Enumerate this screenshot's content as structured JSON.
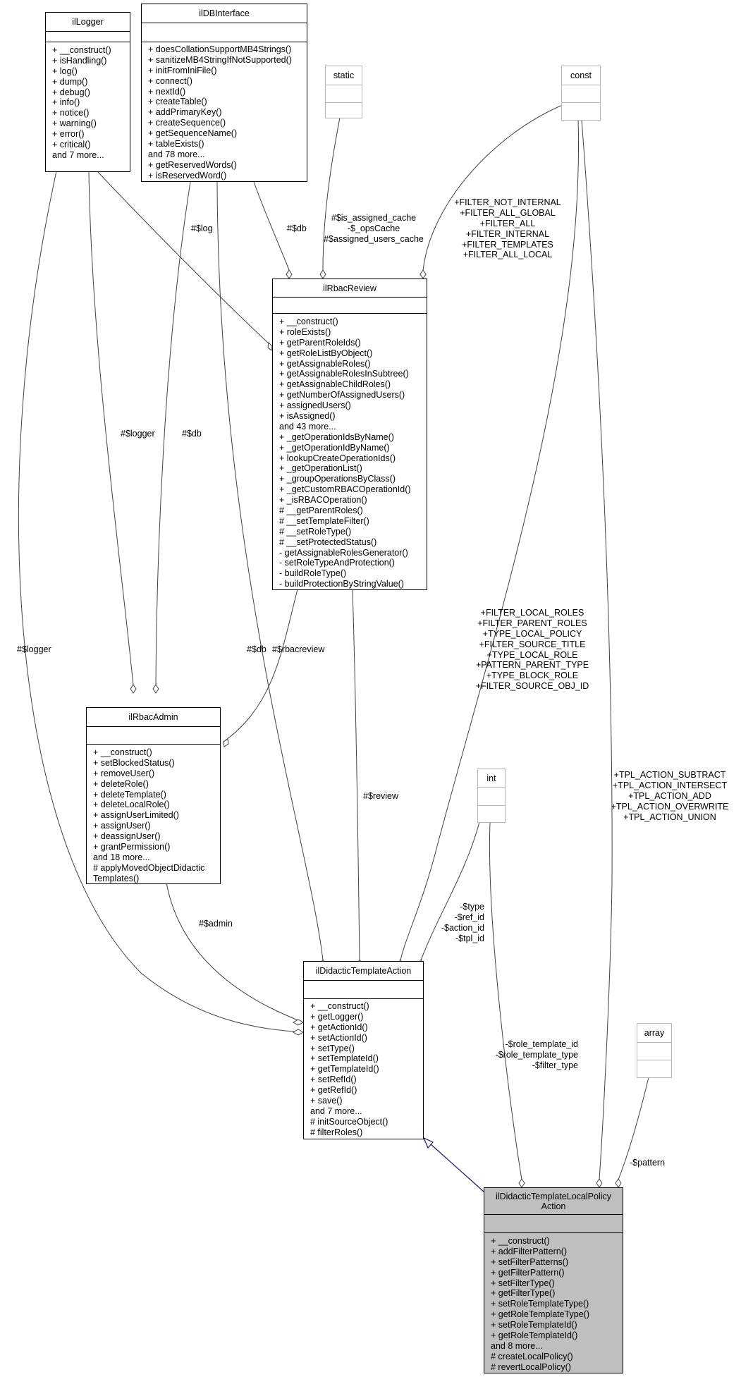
{
  "colors": {
    "border": "#000000",
    "ghost_border": "#b5b5b5",
    "focus_fill": "#bfbfbf",
    "inheritance_edge": "#191970",
    "edge": "#404040"
  },
  "classes": {
    "ilLogger": {
      "title": "ilLogger",
      "ops": [
        "+ __construct()",
        "+ isHandling()",
        "+ log()",
        "+ dump()",
        "+ debug()",
        "+ info()",
        "+ notice()",
        "+ warning()",
        "+ error()",
        "+ critical()",
        "and 7 more..."
      ]
    },
    "ilDBInterface": {
      "title": "ilDBInterface",
      "ops": [
        "+ doesCollationSupportMB4Strings()",
        "+ sanitizeMB4StringIfNotSupported()",
        "+ initFromIniFile()",
        "+ connect()",
        "+ nextId()",
        "+ createTable()",
        "+ addPrimaryKey()",
        "+ createSequence()",
        "+ getSequenceName()",
        "+ tableExists()",
        "and 78 more...",
        "+ getReservedWords()",
        "+ isReservedWord()"
      ]
    },
    "static": {
      "title": "static"
    },
    "const": {
      "title": "const"
    },
    "ilRbacReview": {
      "title": "ilRbacReview",
      "ops": [
        "+ __construct()",
        "+ roleExists()",
        "+ getParentRoleIds()",
        "+ getRoleListByObject()",
        "+ getAssignableRoles()",
        "+ getAssignableRolesInSubtree()",
        "+ getAssignableChildRoles()",
        "+ getNumberOfAssignedUsers()",
        "+ assignedUsers()",
        "+ isAssigned()",
        "and 43 more...",
        "+ _getOperationIdsByName()",
        "+ _getOperationIdByName()",
        "+ lookupCreateOperationIds()",
        "+ _getOperationList()",
        "+ _groupOperationsByClass()",
        "+ _getCustomRBACOperationId()",
        "+ _isRBACOperation()",
        "# __getParentRoles()",
        "# __setTemplateFilter()",
        "# __setRoleType()",
        "# __setProtectedStatus()",
        "- getAssignableRolesGenerator()",
        "- setRoleTypeAndProtection()",
        "- buildRoleType()",
        "- buildProtectionByStringValue()"
      ]
    },
    "ilRbacAdmin": {
      "title": "ilRbacAdmin",
      "ops": [
        "+ __construct()",
        "+ setBlockedStatus()",
        "+ removeUser()",
        "+ deleteRole()",
        "+ deleteTemplate()",
        "+ deleteLocalRole()",
        "+ assignUserLimited()",
        "+ assignUser()",
        "+ deassignUser()",
        "+ grantPermission()",
        "and 18 more...",
        "# applyMovedObjectDidactic",
        "Templates()"
      ]
    },
    "int": {
      "title": "int"
    },
    "array": {
      "title": "array"
    },
    "ilDidacticTemplateAction": {
      "title": "ilDidacticTemplateAction",
      "ops": [
        "+ __construct()",
        "+ getLogger()",
        "+ getActionId()",
        "+ setActionId()",
        "+ setType()",
        "+ setTemplateId()",
        "+ getTemplateId()",
        "+ setRefId()",
        "+ getRefId()",
        "+ save()",
        "and 7 more...",
        "# initSourceObject()",
        "# filterRoles()"
      ]
    },
    "ilDidacticTemplateLocalPolicyAction": {
      "title_line1": "ilDidacticTemplateLocalPolicy",
      "title_line2": "Action",
      "ops": [
        "+ __construct()",
        "+ addFilterPattern()",
        "+ setFilterPatterns()",
        "+ getFilterPattern()",
        "+ setFilterType()",
        "+ getFilterType()",
        "+ setRoleTemplateType()",
        "+ getRoleTemplateType()",
        "+ setRoleTemplateId()",
        "+ getRoleTemplateId()",
        "and 8 more...",
        "# createLocalPolicy()",
        "# revertLocalPolicy()"
      ]
    }
  },
  "edge_labels": {
    "static_review": [
      "#$is_assigned_cache",
      "-$_opsCache",
      "#$assigned_users_cache"
    ],
    "const_review": [
      "+FILTER_NOT_INTERNAL",
      "+FILTER_ALL_GLOBAL",
      "+FILTER_ALL",
      "+FILTER_INTERNAL",
      "+FILTER_TEMPLATES",
      "+FILTER_ALL_LOCAL"
    ],
    "db_review": [
      "#$db"
    ],
    "log_review": [
      "#$log"
    ],
    "logger_admin": [
      "#$logger"
    ],
    "db_admin": [
      "#$db"
    ],
    "logger_action": [
      "#$logger"
    ],
    "db_action": [
      "#$db"
    ],
    "rbacreview_admin": [
      "#$rbacreview"
    ],
    "const_action": [
      "+FILTER_LOCAL_ROLES",
      "+FILTER_PARENT_ROLES",
      "+TYPE_LOCAL_POLICY",
      "+FILTER_SOURCE_TITLE",
      "+TYPE_LOCAL_ROLE",
      "+PATTERN_PARENT_TYPE",
      "+TYPE_BLOCK_ROLE",
      "+FILTER_SOURCE_OBJ_ID"
    ],
    "review_action": [
      "#$review"
    ],
    "const_local": [
      "+TPL_ACTION_SUBTRACT",
      "+TPL_ACTION_INTERSECT",
      "+TPL_ACTION_ADD",
      "+TPL_ACTION_OVERWRITE",
      "+TPL_ACTION_UNION"
    ],
    "int_action": [
      "-$type",
      "-$ref_id",
      "-$action_id",
      "-$tpl_id"
    ],
    "admin_action": [
      "#$admin"
    ],
    "int_local": [
      "-$role_template_id",
      "-$role_template_type",
      "-$filter_type"
    ],
    "array_local": [
      "-$pattern"
    ]
  }
}
